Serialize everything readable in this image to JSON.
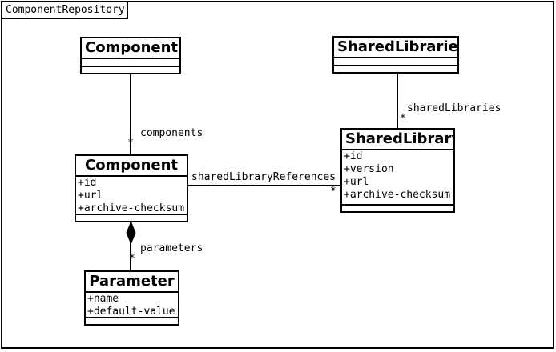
{
  "frame": {
    "tab_label": "ComponentRepository"
  },
  "colors": {
    "line": "#000000",
    "background": "#ffffff",
    "text": "#000000"
  },
  "classes": [
    {
      "name": "Components",
      "attributes": []
    },
    {
      "name": "SharedLibraries",
      "attributes": []
    },
    {
      "name": "Component",
      "attributes": [
        "+id",
        "+url",
        "+archive-checksum"
      ]
    },
    {
      "name": "SharedLibrary",
      "attributes": [
        "+id",
        "+version",
        "+url",
        "+archive-checksum"
      ]
    },
    {
      "name": "Parameter",
      "attributes": [
        "+name",
        "+default-value"
      ]
    }
  ],
  "associations": [
    {
      "from": "Components",
      "to": "Component",
      "label": "components",
      "multiplicity": "*",
      "kind": "association"
    },
    {
      "from": "SharedLibraries",
      "to": "SharedLibrary",
      "label": "sharedLibraries",
      "multiplicity": "*",
      "kind": "association"
    },
    {
      "from": "Component",
      "to": "SharedLibrary",
      "label": "sharedLibraryReferences",
      "multiplicity": "*",
      "kind": "association"
    },
    {
      "from": "Component",
      "to": "Parameter",
      "label": "parameters",
      "multiplicity": "*",
      "kind": "composition"
    }
  ]
}
